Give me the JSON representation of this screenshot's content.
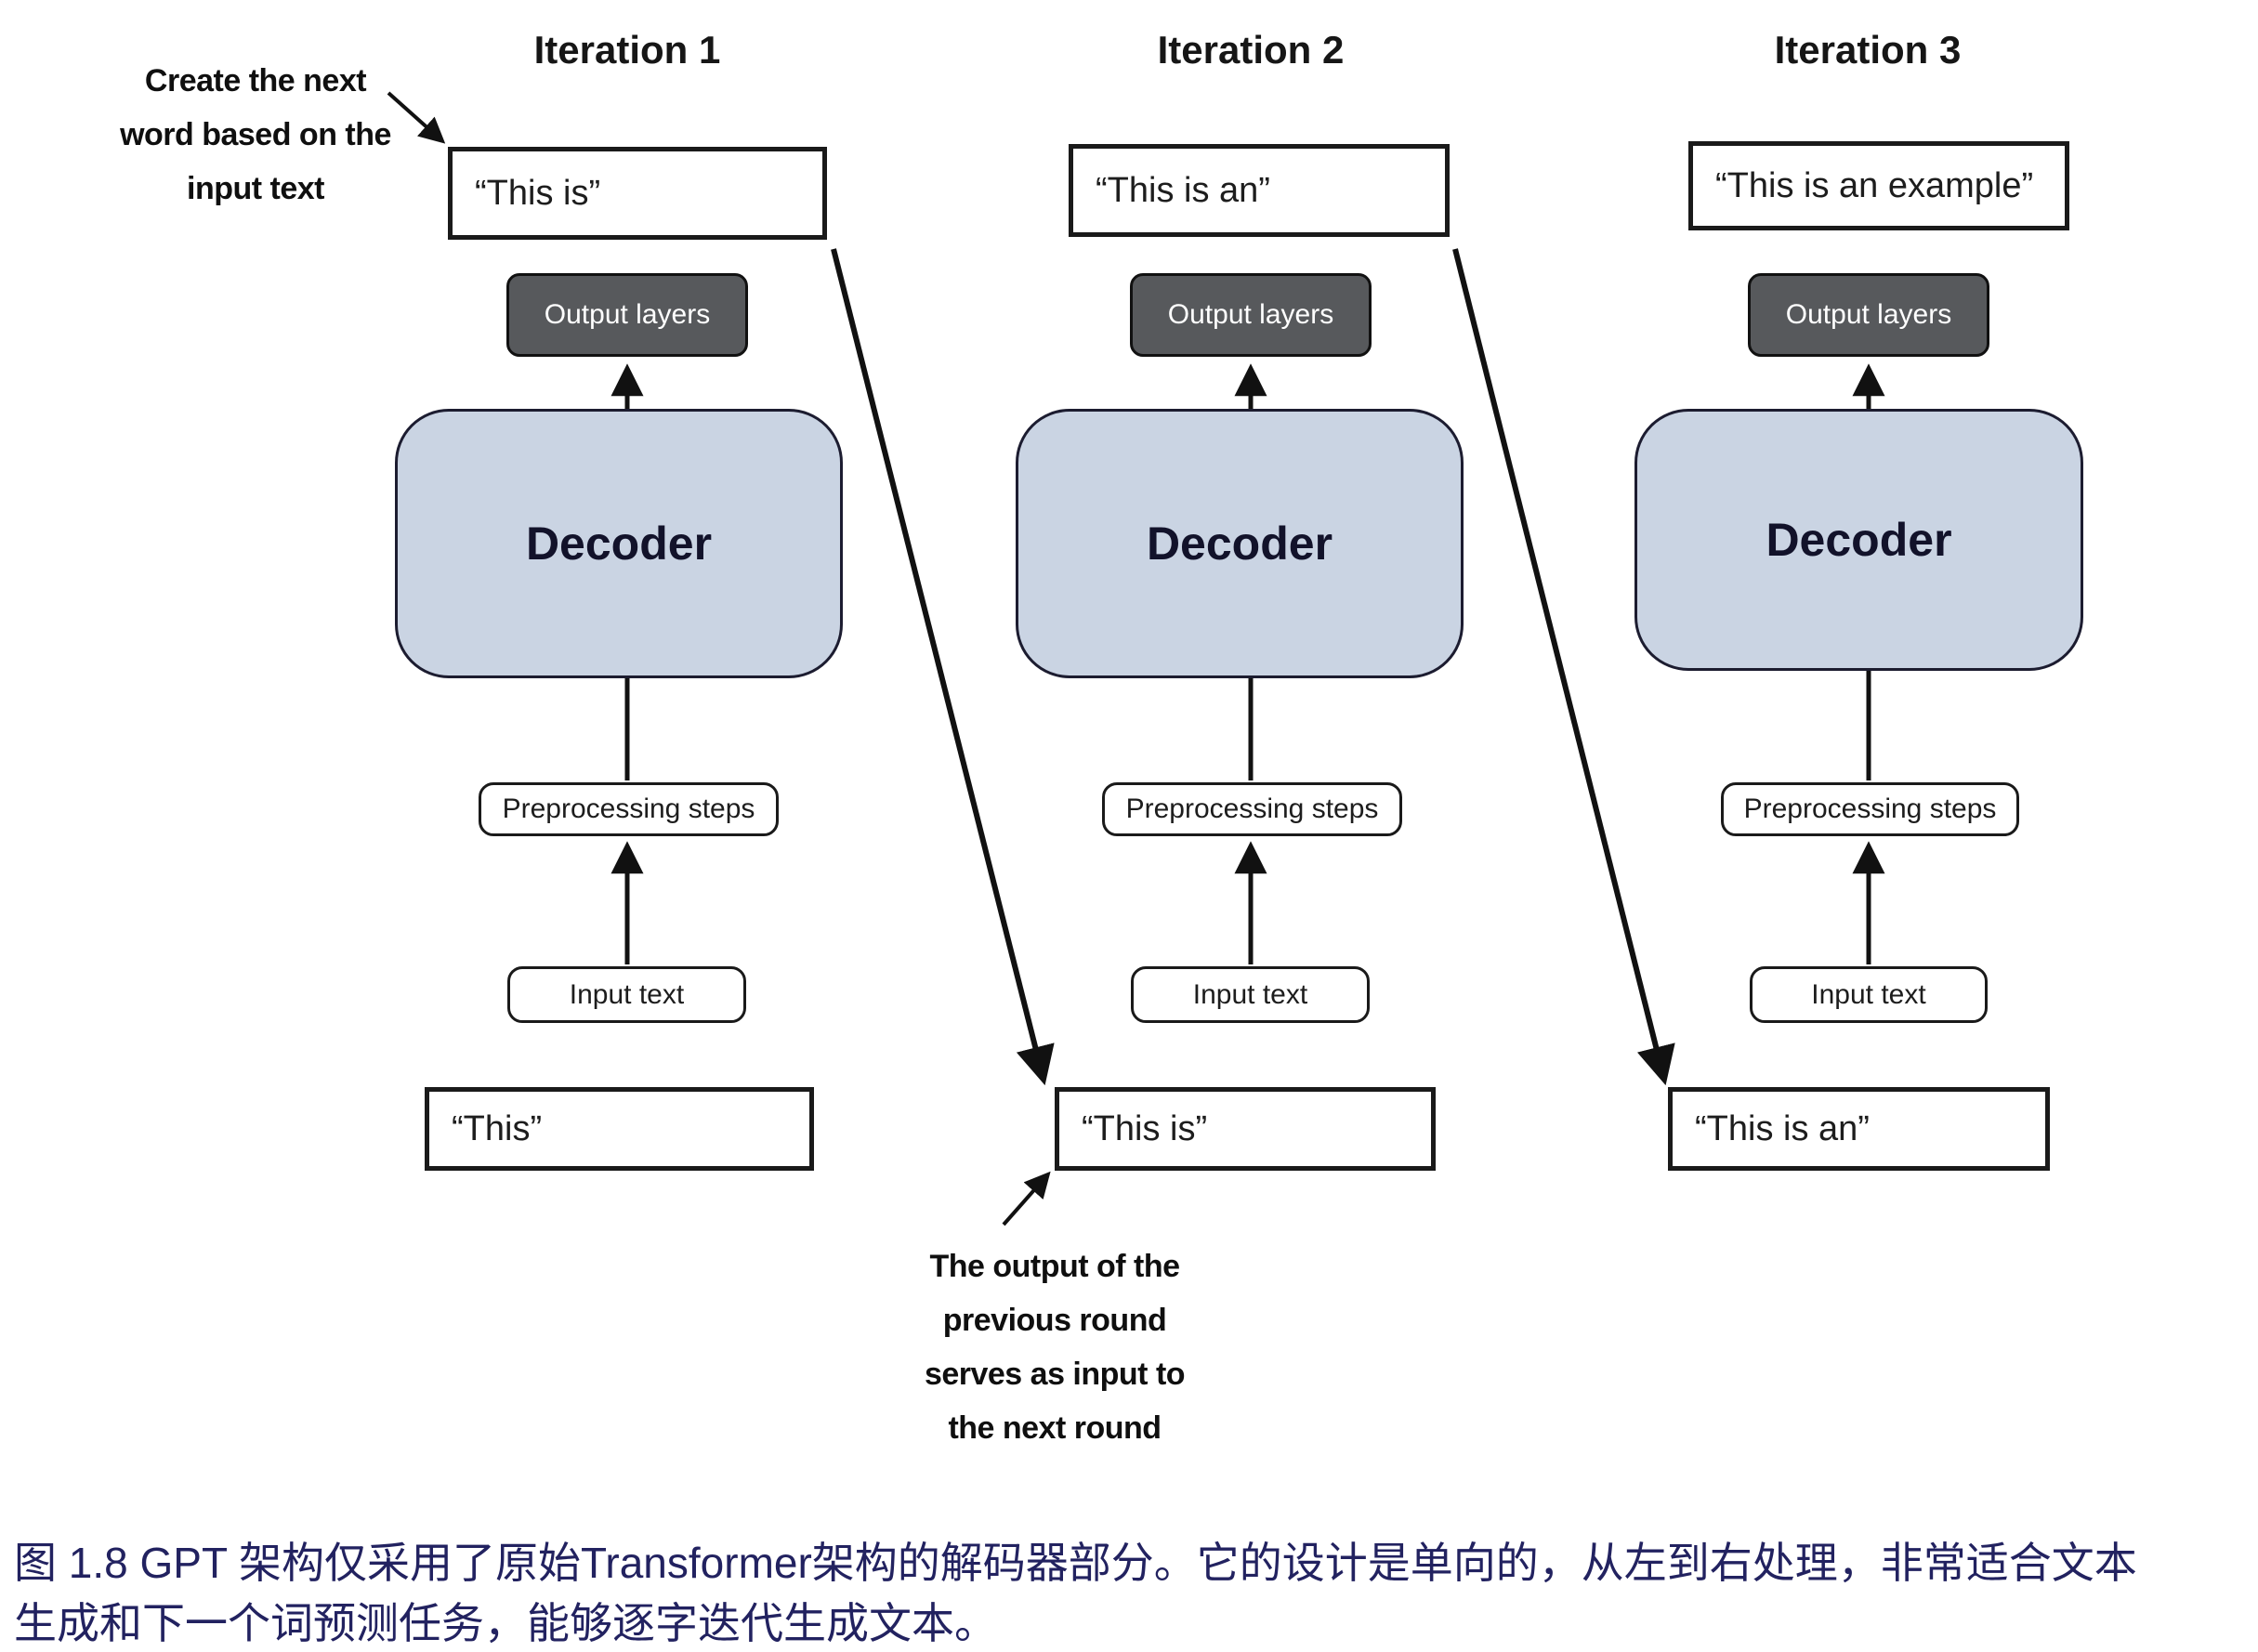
{
  "figure_title": "图 1.8",
  "annotations": {
    "top_left": {
      "line1": "Create the next",
      "line2": "word based on the",
      "line3": "input text"
    },
    "bottom_middle": {
      "line1": "The output of the",
      "line2": "previous round",
      "line3": "serves as input to",
      "line4": "the next round"
    }
  },
  "columns": [
    {
      "title": "Iteration 1",
      "result_text": "“This is”",
      "output_layers_label": "Output layers",
      "decoder_label": "Decoder",
      "preprocessing_label": "Preprocessing steps",
      "input_label": "Input text",
      "input_text": "“This”"
    },
    {
      "title": "Iteration 2",
      "result_text": "“This is an”",
      "output_layers_label": "Output layers",
      "decoder_label": "Decoder",
      "preprocessing_label": "Preprocessing steps",
      "input_label": "Input text",
      "input_text": "“This is”"
    },
    {
      "title": "Iteration 3",
      "result_text": "“This is an example”",
      "output_layers_label": "Output layers",
      "decoder_label": "Decoder",
      "preprocessing_label": "Preprocessing steps",
      "input_label": "Input text",
      "input_text": "“This is an”"
    }
  ],
  "caption": {
    "line1": "图 1.8  GPT 架构仅采用了原始Transformer架构的解码器部分。它的设计是单向的，从左到右处理，非常适合文本",
    "line2": "生成和下一个词预测任务，能够逐字迭代生成文本。"
  },
  "colors": {
    "decoder_fill": "#cad4e3",
    "decoder_border": "#1c1c30",
    "output_fill": "#57595c",
    "caption_color": "#222260",
    "ink": "#111111",
    "bg": "#ffffff"
  }
}
